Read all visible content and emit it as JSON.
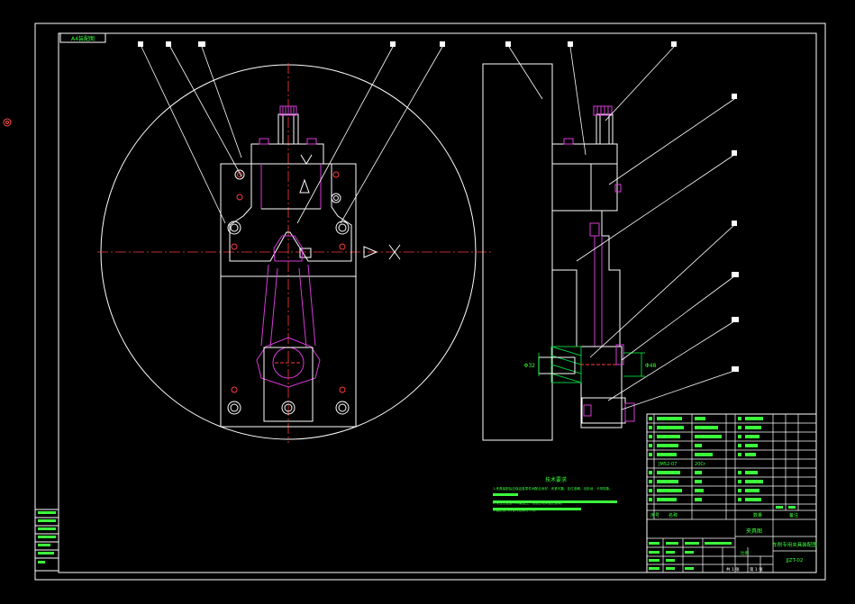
{
  "drawing": {
    "frame_tag": "A4装配图",
    "colors": {
      "background": "#000000",
      "line": "#ffffff",
      "center_line": "#ff3b3b",
      "part_magenta": "#d63cd6",
      "dimension_green": "#00ff3c",
      "text_green": "#3cff3c"
    },
    "tech_requirements": {
      "title": "技术要求",
      "line1": "1.夹具装配后应保证各零件间配合良好，夹紧可靠，定位准确，无松动、卡滞现象。",
      "line2": "2.未注公差按IT12级加工，表面去毛刺锐边倒钝。",
      "line3": "3.装配前所有零件应清洗干净。"
    },
    "title_block": {
      "design_label": "夹具图",
      "title": "车削专用夹具装配图",
      "code": "JJZT-02",
      "part_row": "JM52-07",
      "material": "20Cr",
      "header_seq": "序号",
      "header_name": "名称",
      "header_qty": "数量",
      "header_note": "备注",
      "scale_label": "比例",
      "sheet_label": "共 1 张",
      "sheet_label2": "第 1 张"
    },
    "dimension_labels": {
      "left": "Φ32",
      "right": "Φ48"
    }
  }
}
